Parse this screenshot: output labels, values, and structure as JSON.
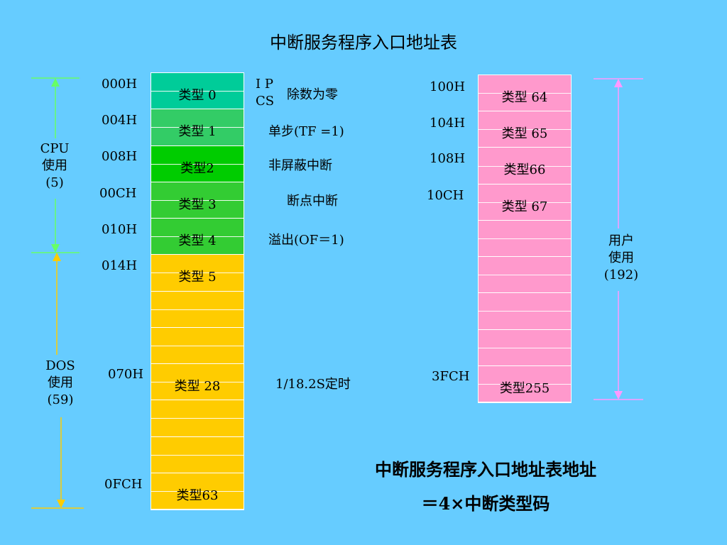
{
  "title": "中断服务程序入口地址表",
  "left_table": {
    "addresses": [
      "000H",
      "004H",
      "008H",
      "00CH",
      "010H",
      "014H",
      "070H",
      "0FCH"
    ],
    "cells": [
      {
        "label": "类型 0",
        "color": "#00cc99"
      },
      {
        "label": "类型 1",
        "color": "#33cc66"
      },
      {
        "label": "类型2",
        "color": "#00cc00"
      },
      {
        "label": "类型 3",
        "color": "#33cc33"
      },
      {
        "label": "类型 4",
        "color": "#33cc33"
      },
      {
        "label": "类型 5",
        "color": "#ffcc00"
      },
      {
        "label": "",
        "color": "#ffcc00"
      },
      {
        "label": "",
        "color": "#ffcc00"
      },
      {
        "label": "类型 28",
        "color": "#ffcc00"
      },
      {
        "label": "",
        "color": "#ffcc00"
      },
      {
        "label": "",
        "color": "#ffcc00"
      },
      {
        "label": "类型63",
        "color": "#ffcc00"
      }
    ]
  },
  "right_table": {
    "addresses": [
      "100H",
      "104H",
      "108H",
      "10CH",
      "3FCH"
    ],
    "cells": [
      {
        "label": "类型 64",
        "color": "#ff99cc"
      },
      {
        "label": "类型 65",
        "color": "#ff99cc"
      },
      {
        "label": "类型66",
        "color": "#ff99cc"
      },
      {
        "label": "类型 67",
        "color": "#ff99cc"
      },
      {
        "label": "",
        "color": "#ff99cc"
      },
      {
        "label": "",
        "color": "#ff99cc"
      },
      {
        "label": "",
        "color": "#ff99cc"
      },
      {
        "label": "",
        "color": "#ff99cc"
      },
      {
        "label": "类型255",
        "color": "#ff99cc"
      }
    ]
  },
  "ip_label": "I P",
  "cs_label": "CS",
  "descriptions": {
    "type0": "除数为零",
    "type1": "单步(TF =1)",
    "type2": "非屏蔽中断",
    "type3": "断点中断",
    "type4": "溢出(OF＝1)",
    "type28": "1/18.2S定时"
  },
  "cpu": {
    "line1": "CPU",
    "line2": "使用",
    "line3": "(5)",
    "arrow_color": "#66ff66"
  },
  "dos": {
    "line1": "DOS",
    "line2": "使用",
    "line3": "(59)",
    "arrow_color": "#ffcc00"
  },
  "user": {
    "line1": "用户",
    "line2": "使用",
    "line3": "(192)",
    "arrow_color": "#ff99ff"
  },
  "formula": {
    "line1": "中断服务程序入口地址表地址",
    "line2": "＝4×中断类型码"
  }
}
